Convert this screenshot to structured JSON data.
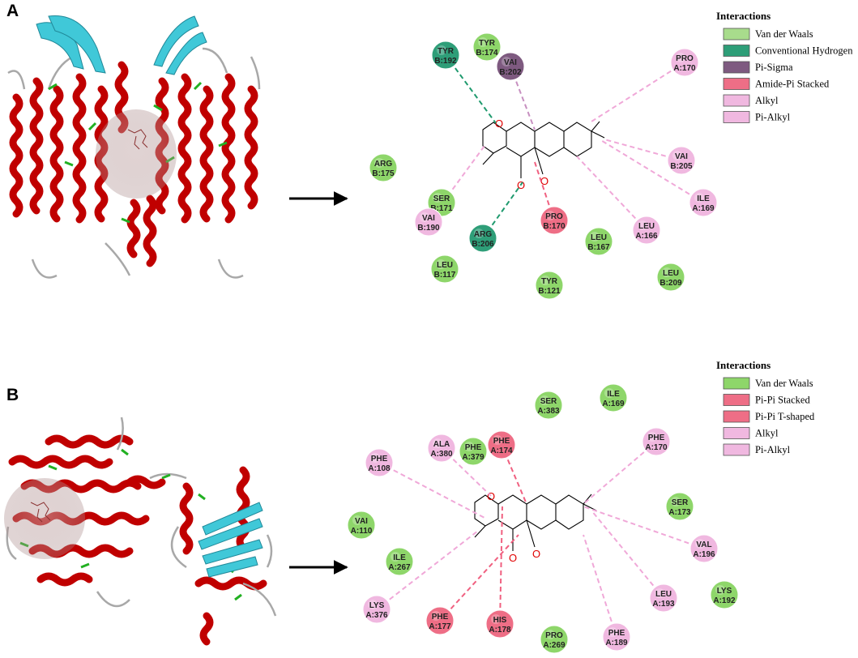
{
  "panels": [
    {
      "letter": "A",
      "legend_title": "Interactions",
      "legend": [
        {
          "label": "Van der Waals",
          "color": "#a8dc8c"
        },
        {
          "label": "Conventional Hydrogen",
          "color": "#2e9e78"
        },
        {
          "label": "Pi-Sigma",
          "color": "#7e5a80"
        },
        {
          "label": "Amide-Pi Stacked",
          "color": "#ee6e86"
        },
        {
          "label": "Alkyl",
          "color": "#f0b8e0"
        },
        {
          "label": "Pi-Alkyl",
          "color": "#f0b8e0"
        }
      ],
      "residues": [
        {
          "name": "TYR",
          "id": "B:192",
          "type": "Conventional Hydrogen"
        },
        {
          "name": "TYR",
          "id": "B:174",
          "type": "Van der Waals"
        },
        {
          "name": "VAI",
          "id": "B:202",
          "type": "Pi-Sigma"
        },
        {
          "name": "PRO",
          "id": "A:170",
          "type": "Alkyl"
        },
        {
          "name": "ARG",
          "id": "B:175",
          "type": "Van der Waals"
        },
        {
          "name": "VAI",
          "id": "B:205",
          "type": "Alkyl"
        },
        {
          "name": "SER",
          "id": "B:171",
          "type": "Van der Waals"
        },
        {
          "name": "ILE",
          "id": "A:169",
          "type": "Alkyl"
        },
        {
          "name": "VAI",
          "id": "B:190",
          "type": "Alkyl"
        },
        {
          "name": "PRO",
          "id": "B:170",
          "type": "Amide-Pi Stacked"
        },
        {
          "name": "LEU",
          "id": "A:166",
          "type": "Alkyl"
        },
        {
          "name": "ARG",
          "id": "B:206",
          "type": "Conventional Hydrogen"
        },
        {
          "name": "LEU",
          "id": "B:167",
          "type": "Van der Waals"
        },
        {
          "name": "LEU",
          "id": "B:117",
          "type": "Van der Waals"
        },
        {
          "name": "TYR",
          "id": "B:121",
          "type": "Van der Waals"
        },
        {
          "name": "LEU",
          "id": "B:209",
          "type": "Van der Waals"
        }
      ]
    },
    {
      "letter": "B",
      "legend_title": "Interactions",
      "legend": [
        {
          "label": "Van der Waals",
          "color": "#8ed66a"
        },
        {
          "label": "Pi-Pi Stacked",
          "color": "#ee6e86"
        },
        {
          "label": "Pi-Pi T-shaped",
          "color": "#ee6e86"
        },
        {
          "label": "Alkyl",
          "color": "#f0b8e0"
        },
        {
          "label": "Pi-Alkyl",
          "color": "#f0b8e0"
        }
      ],
      "residues": [
        {
          "name": "SER",
          "id": "A:383",
          "type": "Van der Waals"
        },
        {
          "name": "ILE",
          "id": "A:169",
          "type": "Van der Waals"
        },
        {
          "name": "PHE",
          "id": "A:174",
          "type": "Pi-Pi T-shaped"
        },
        {
          "name": "ALA",
          "id": "A:380",
          "type": "Alkyl"
        },
        {
          "name": "PHE",
          "id": "A:379",
          "type": "Van der Waals"
        },
        {
          "name": "PHE",
          "id": "A:170",
          "type": "Pi-Alkyl"
        },
        {
          "name": "PHE",
          "id": "A:108",
          "type": "Pi-Alkyl"
        },
        {
          "name": "SER",
          "id": "A:173",
          "type": "Van der Waals"
        },
        {
          "name": "VAI",
          "id": "A:110",
          "type": "Van der Waals"
        },
        {
          "name": "VAL",
          "id": "A:196",
          "type": "Alkyl"
        },
        {
          "name": "ILE",
          "id": "A:267",
          "type": "Van der Waals"
        },
        {
          "name": "LEU",
          "id": "A:193",
          "type": "Alkyl"
        },
        {
          "name": "LYS",
          "id": "A:192",
          "type": "Van der Waals"
        },
        {
          "name": "LYS",
          "id": "A:376",
          "type": "Alkyl"
        },
        {
          "name": "PHE",
          "id": "A:177",
          "type": "Pi-Pi Stacked"
        },
        {
          "name": "HIS",
          "id": "A:178",
          "type": "Pi-Pi Stacked"
        },
        {
          "name": "PRO",
          "id": "A:269",
          "type": "Van der Waals"
        },
        {
          "name": "PHE",
          "id": "A:189",
          "type": "Pi-Alkyl"
        }
      ]
    }
  ],
  "ligand": {
    "oxygen_label": "O"
  }
}
